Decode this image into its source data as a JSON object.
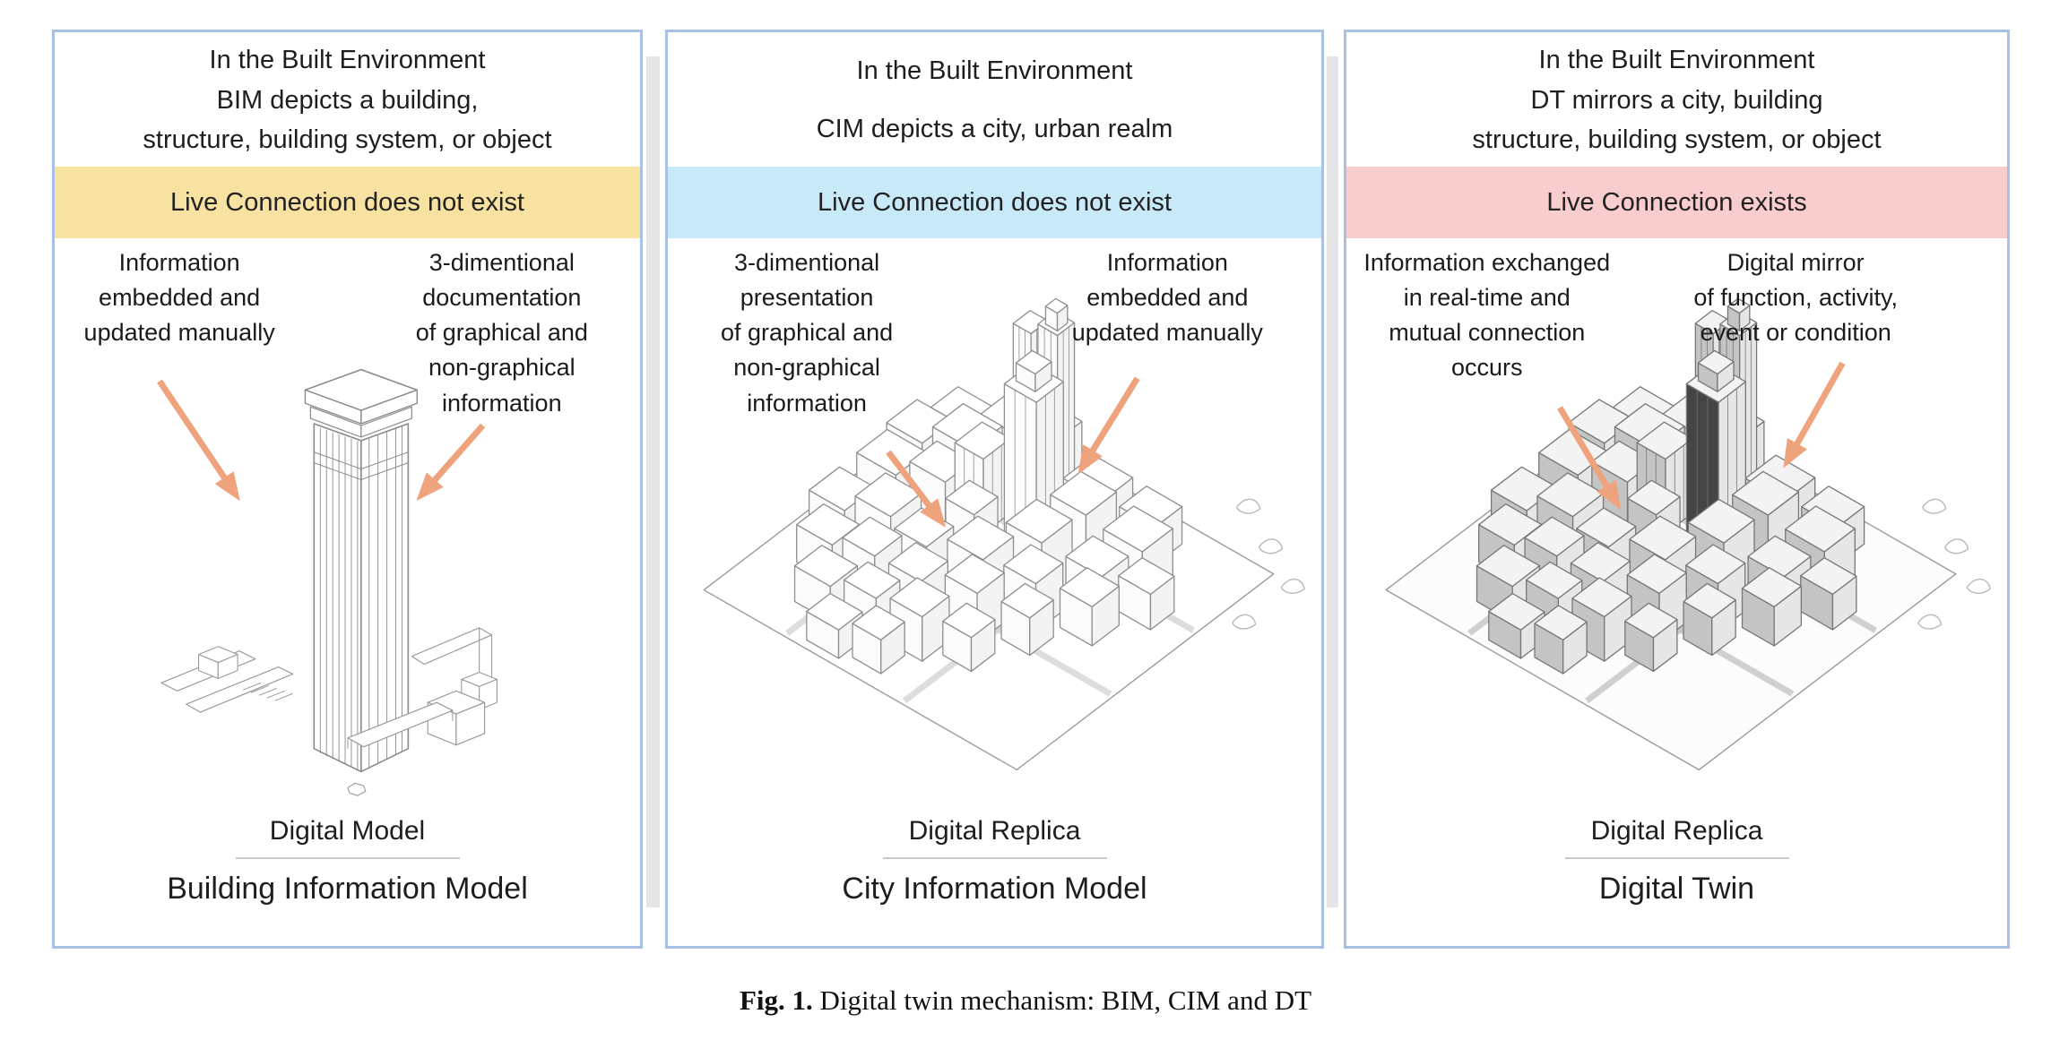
{
  "figure": {
    "caption_label": "Fig. 1.",
    "caption_text": " Digital twin mechanism: BIM, CIM and DT"
  },
  "colors": {
    "panel_border": "#a8c0e4",
    "arrow": "#efa37c",
    "banner_bim": "#f7e2a2",
    "banner_cim": "#c7e9f8",
    "banner_dt": "#f9cdcd",
    "sketch_stroke": "#8a8a8a",
    "gap_shadow": "#e5e6e7"
  },
  "panels": [
    {
      "name": "bim",
      "header": "In the Built Environment\nBIM depicts a building,\nstructure, building system, or object",
      "banner": "Live Connection does not exist",
      "annotation_left": "Information\nembedded and\nupdated manually",
      "annotation_right": "3-dimentional\ndocumentation\nof graphical and\nnon-graphical\ninformation",
      "model_label": "Digital Model",
      "title": "Building Information Model"
    },
    {
      "name": "cim",
      "header": "In the Built Environment\nCIM depicts a city, urban realm",
      "banner": "Live Connection does not exist",
      "annotation_left": "3-dimentional\npresentation\nof graphical and\nnon-graphical\ninformation",
      "annotation_right": "Information\nembedded and\nupdated manually",
      "model_label": "Digital Replica",
      "title": "City Information Model"
    },
    {
      "name": "dt",
      "header": "In the Built Environment\nDT mirrors a city, building\nstructure, building system, or object",
      "banner": "Live Connection exists",
      "annotation_left": "Information exchanged\nin real-time and\nmutual connection\noccurs",
      "annotation_right": "Digital mirror\nof function, activity,\nevent or condition",
      "model_label": "Digital Replica",
      "title": "Digital Twin"
    }
  ]
}
